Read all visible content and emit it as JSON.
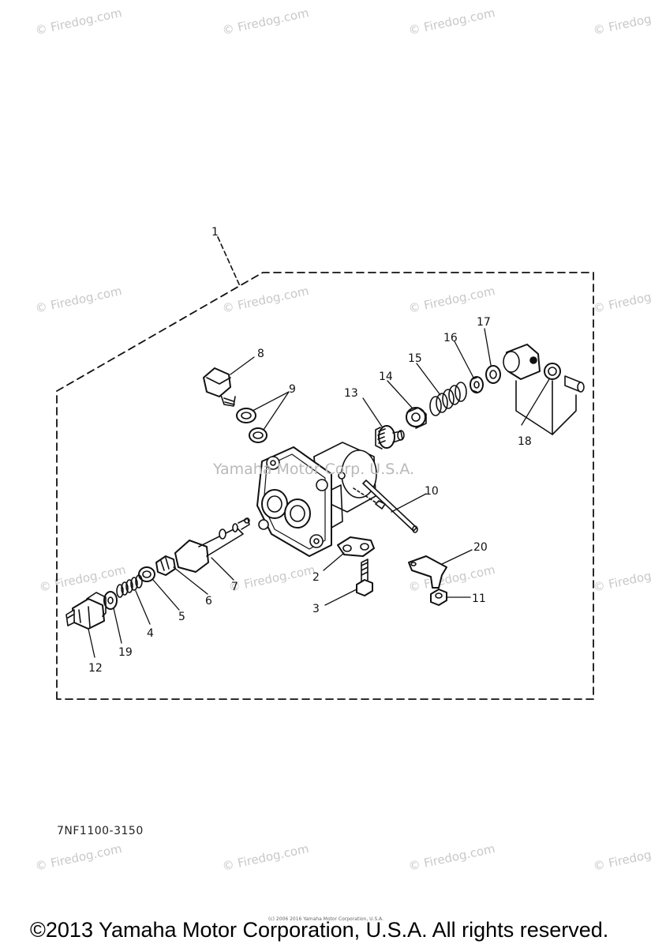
{
  "watermark": "© Firedog.com",
  "center_watermark": "Yamaha Motor Corp. U.S.A.",
  "diagram_code": "7NF1100-3150",
  "fine_print": "(c) 2006 2016 Yamaha Motor Corporation, U.S.A.",
  "copyright": "©2013 Yamaha Motor Corporation, U.S.A. All rights reserved.",
  "callouts": {
    "c1": "1",
    "c2": "2",
    "c3": "3",
    "c4": "4",
    "c5": "5",
    "c6": "6",
    "c7": "7",
    "c8": "8",
    "c9": "9",
    "c10": "10",
    "c11": "11",
    "c12": "12",
    "c13": "13",
    "c14": "14",
    "c15": "15",
    "c16": "16",
    "c17": "17",
    "c18": "18",
    "c19": "19",
    "c20": "20"
  }
}
